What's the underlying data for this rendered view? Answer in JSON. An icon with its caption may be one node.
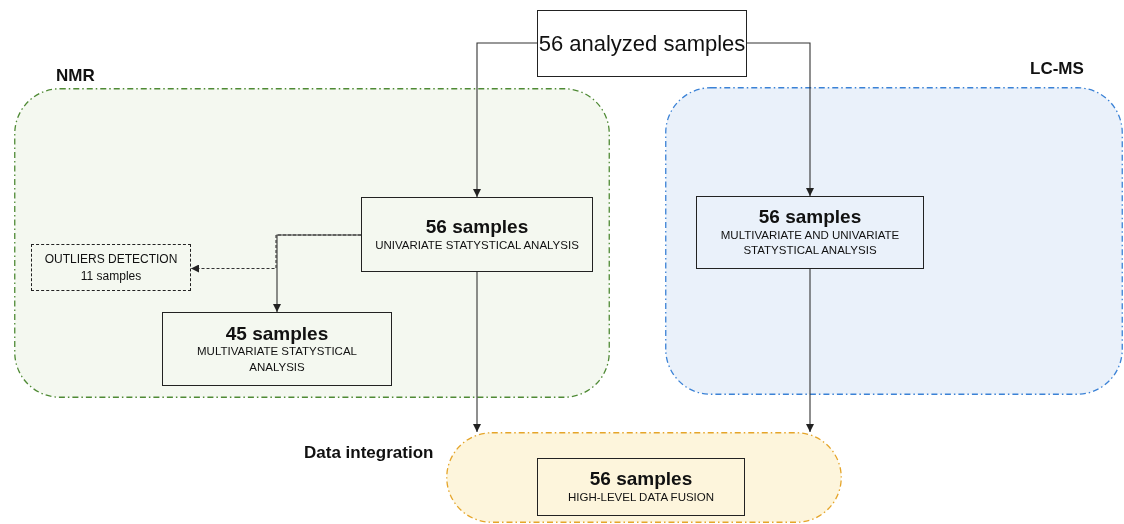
{
  "diagram": {
    "nodes": [
      {
        "text": [
          "56 analyzed samples"
        ]
      },
      {
        "text": [
          "NMR"
        ]
      },
      {
        "text": [
          "56 samples",
          "UNIVARIATE STATYSTICAL ANALYSIS"
        ],
        "in": 1
      },
      {
        "text": [
          "OUTLIERS DETECTION",
          "11 samples"
        ],
        "in": 1
      },
      {
        "text": [
          "45 samples",
          "MULTIVARIATE STATYSTICAL ANALYSIS"
        ],
        "in": 1
      },
      {
        "text": [
          "LC-MS"
        ]
      },
      {
        "text": [
          "56 samples",
          "MULTIVARIATE AND UNIVARIATE STATYSTICAL ANALYSIS"
        ],
        "in": 5
      },
      {
        "text": [
          "Data integration"
        ]
      },
      {
        "text": [
          "56 samples",
          "HIGH-LEVEL DATA FUSION"
        ],
        "in": 7
      }
    ],
    "edges": [
      {
        "from": 0,
        "to": 2,
        "arrow": "to"
      },
      {
        "from": 0,
        "to": 6,
        "arrow": "to"
      },
      {
        "from": 2,
        "to": 4,
        "arrow": "to"
      },
      {
        "from": 2,
        "to": 3,
        "arrow": "to",
        "style": "dashed"
      },
      {
        "from": 2,
        "to": 7,
        "arrow": "to"
      },
      {
        "from": 6,
        "to": 7,
        "arrow": "to"
      }
    ]
  }
}
